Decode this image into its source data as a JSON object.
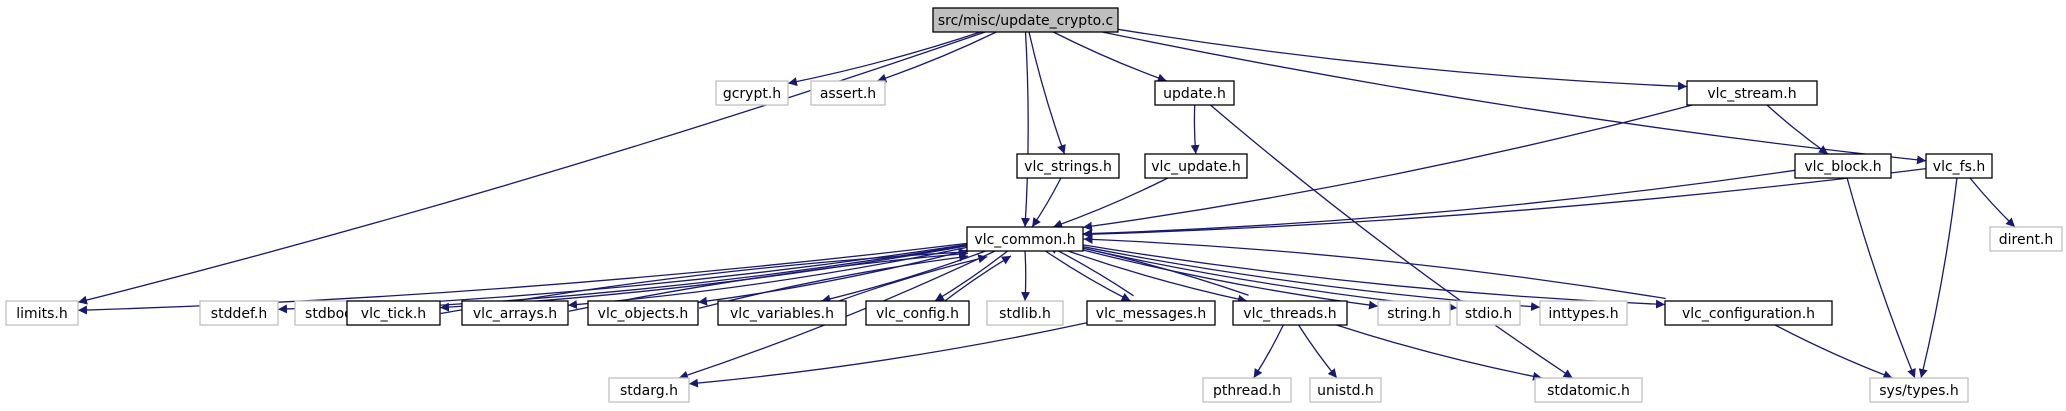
{
  "colors": {
    "edge": "#191970",
    "node_border": "#000000",
    "node_border_missing": "#bfbfbf",
    "node_fill": "#ffffff",
    "root_fill": "#bfbfbf",
    "text": "#000000"
  },
  "nodes": [
    {
      "id": "root",
      "label": "src/misc/update_crypto.c",
      "kind": "root"
    },
    {
      "id": "gcrypt",
      "label": "gcrypt.h",
      "kind": "missing"
    },
    {
      "id": "assert",
      "label": "assert.h",
      "kind": "missing"
    },
    {
      "id": "update",
      "label": "update.h",
      "kind": "normal"
    },
    {
      "id": "vlc_stream",
      "label": "vlc_stream.h",
      "kind": "normal"
    },
    {
      "id": "vlc_fs",
      "label": "vlc_fs.h",
      "kind": "normal"
    },
    {
      "id": "vlc_strings",
      "label": "vlc_strings.h",
      "kind": "normal"
    },
    {
      "id": "vlc_update",
      "label": "vlc_update.h",
      "kind": "normal"
    },
    {
      "id": "vlc_block",
      "label": "vlc_block.h",
      "kind": "normal"
    },
    {
      "id": "dirent",
      "label": "dirent.h",
      "kind": "missing"
    },
    {
      "id": "vlc_common",
      "label": "vlc_common.h",
      "kind": "normal"
    },
    {
      "id": "limits",
      "label": "limits.h",
      "kind": "missing"
    },
    {
      "id": "stddef",
      "label": "stddef.h",
      "kind": "missing"
    },
    {
      "id": "stdbool",
      "label": "stdbool.h",
      "kind": "missing"
    },
    {
      "id": "vlc_tick",
      "label": "vlc_tick.h",
      "kind": "normal"
    },
    {
      "id": "vlc_arrays",
      "label": "vlc_arrays.h",
      "kind": "normal"
    },
    {
      "id": "vlc_objects",
      "label": "vlc_objects.h",
      "kind": "normal"
    },
    {
      "id": "vlc_variables",
      "label": "vlc_variables.h",
      "kind": "normal"
    },
    {
      "id": "vlc_config",
      "label": "vlc_config.h",
      "kind": "normal"
    },
    {
      "id": "stdlib",
      "label": "stdlib.h",
      "kind": "missing"
    },
    {
      "id": "vlc_messages",
      "label": "vlc_messages.h",
      "kind": "normal"
    },
    {
      "id": "vlc_threads",
      "label": "vlc_threads.h",
      "kind": "normal"
    },
    {
      "id": "string",
      "label": "string.h",
      "kind": "missing"
    },
    {
      "id": "stdio",
      "label": "stdio.h",
      "kind": "missing"
    },
    {
      "id": "inttypes",
      "label": "inttypes.h",
      "kind": "missing"
    },
    {
      "id": "vlc_configuration",
      "label": "vlc_configuration.h",
      "kind": "normal"
    },
    {
      "id": "stdarg",
      "label": "stdarg.h",
      "kind": "missing"
    },
    {
      "id": "pthread",
      "label": "pthread.h",
      "kind": "missing"
    },
    {
      "id": "unistd",
      "label": "unistd.h",
      "kind": "missing"
    },
    {
      "id": "stdatomic",
      "label": "stdatomic.h",
      "kind": "missing"
    },
    {
      "id": "sys_types",
      "label": "sys/types.h",
      "kind": "missing"
    }
  ],
  "edges": [
    [
      "root",
      "gcrypt"
    ],
    [
      "root",
      "assert"
    ],
    [
      "root",
      "update"
    ],
    [
      "root",
      "vlc_stream"
    ],
    [
      "root",
      "vlc_fs"
    ],
    [
      "root",
      "vlc_strings"
    ],
    [
      "root",
      "vlc_common"
    ],
    [
      "root",
      "limits"
    ],
    [
      "update",
      "vlc_update"
    ],
    [
      "update",
      "stdatomic"
    ],
    [
      "vlc_update",
      "vlc_common"
    ],
    [
      "vlc_strings",
      "vlc_common"
    ],
    [
      "vlc_stream",
      "vlc_common"
    ],
    [
      "vlc_stream",
      "vlc_block"
    ],
    [
      "vlc_block",
      "vlc_common"
    ],
    [
      "vlc_block",
      "sys_types"
    ],
    [
      "vlc_fs",
      "vlc_common"
    ],
    [
      "vlc_fs",
      "dirent"
    ],
    [
      "vlc_fs",
      "sys_types"
    ],
    [
      "vlc_common",
      "limits"
    ],
    [
      "vlc_common",
      "stddef"
    ],
    [
      "vlc_common",
      "stdbool"
    ],
    [
      "vlc_common",
      "vlc_tick"
    ],
    [
      "vlc_common",
      "vlc_arrays"
    ],
    [
      "vlc_common",
      "vlc_objects"
    ],
    [
      "vlc_common",
      "vlc_variables"
    ],
    [
      "vlc_common",
      "vlc_config"
    ],
    [
      "vlc_common",
      "stdlib"
    ],
    [
      "vlc_common",
      "vlc_messages"
    ],
    [
      "vlc_common",
      "vlc_threads"
    ],
    [
      "vlc_common",
      "string"
    ],
    [
      "vlc_common",
      "stdio"
    ],
    [
      "vlc_common",
      "inttypes"
    ],
    [
      "vlc_common",
      "vlc_configuration"
    ],
    [
      "vlc_common",
      "stdarg"
    ],
    [
      "vlc_tick",
      "vlc_common"
    ],
    [
      "vlc_arrays",
      "vlc_common"
    ],
    [
      "vlc_objects",
      "vlc_common"
    ],
    [
      "vlc_variables",
      "vlc_common"
    ],
    [
      "vlc_config",
      "vlc_common"
    ],
    [
      "vlc_messages",
      "vlc_common"
    ],
    [
      "vlc_threads",
      "vlc_common"
    ],
    [
      "vlc_configuration",
      "vlc_common"
    ],
    [
      "vlc_messages",
      "stdarg"
    ],
    [
      "vlc_threads",
      "pthread"
    ],
    [
      "vlc_threads",
      "unistd"
    ],
    [
      "vlc_threads",
      "stdatomic"
    ],
    [
      "vlc_configuration",
      "sys_types"
    ]
  ]
}
